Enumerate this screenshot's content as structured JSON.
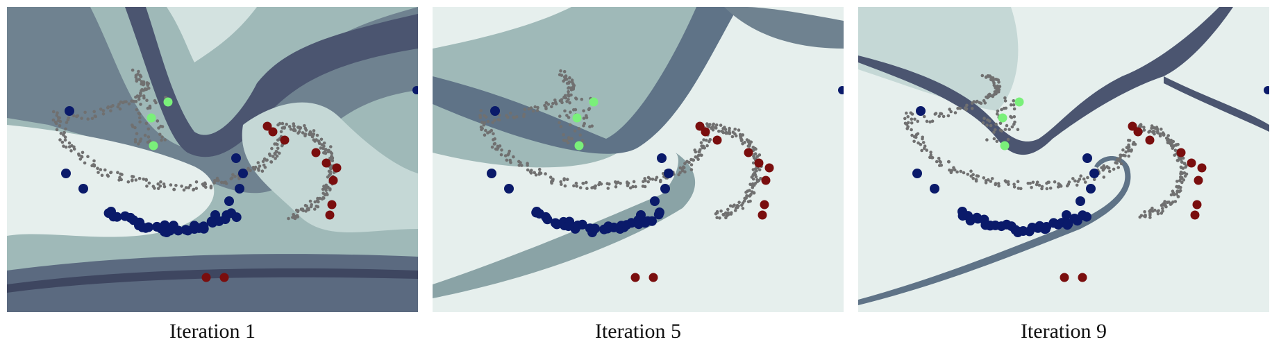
{
  "chart_data": [
    {
      "type": "scatter",
      "title": "Iteration 1",
      "series": [
        {
          "points": [
            [
              1.5,
              -1.5
            ],
            [
              -1.5,
              1.5
            ]
          ]
        }
      ]
    },
    {
      "type": "scatter",
      "title": "Iteration 5",
      "series": [
        {
          "points": [
            [
              1.5,
              -1.5
            ],
            [
              -1.5,
              1.5
            ]
          ]
        }
      ]
    },
    {
      "type": "scatter",
      "title": "Iteration 9",
      "series": [
        {
          "points": [
            [
              1.5,
              -1.5
            ],
            [
              -1.5,
              1.5
            ]
          ]
        }
      ]
    }
  ],
  "captions": [
    "Iteration 1",
    "Iteration 5",
    "Iteration 9"
  ],
  "colors": {
    "class_blue": "#0a1a6a",
    "class_red": "#7a0e0e",
    "class_green": "#7af07a",
    "unlabeled": "#707070",
    "contour_light": "#e6efed",
    "contour_mid": "#9fb9b8",
    "contour_dark": "#4b5570"
  }
}
